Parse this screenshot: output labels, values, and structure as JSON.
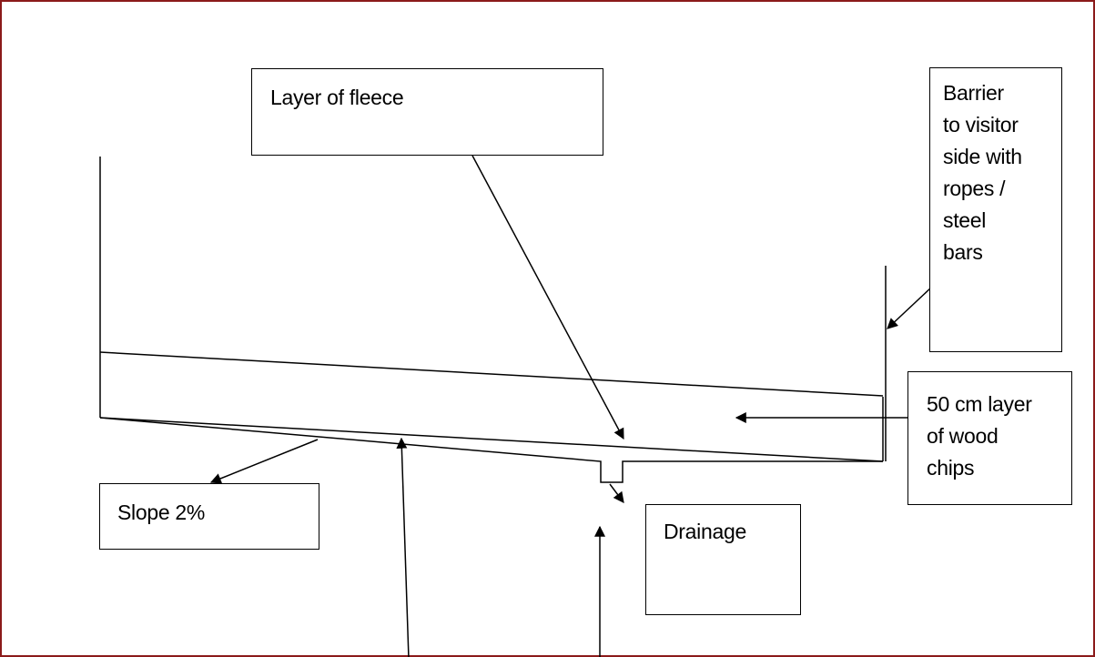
{
  "labels": {
    "fleece": "Layer of fleece",
    "barrier": [
      "Barrier",
      "to visitor",
      "side with",
      "ropes /",
      "steel",
      "bars"
    ],
    "wood_chips": [
      "50 cm layer",
      "of wood",
      "chips"
    ],
    "slope": "Slope 2%",
    "drainage": "Drainage"
  },
  "colors": {
    "frame": "#8b1a1a",
    "ink": "#000000",
    "background": "#ffffff"
  }
}
